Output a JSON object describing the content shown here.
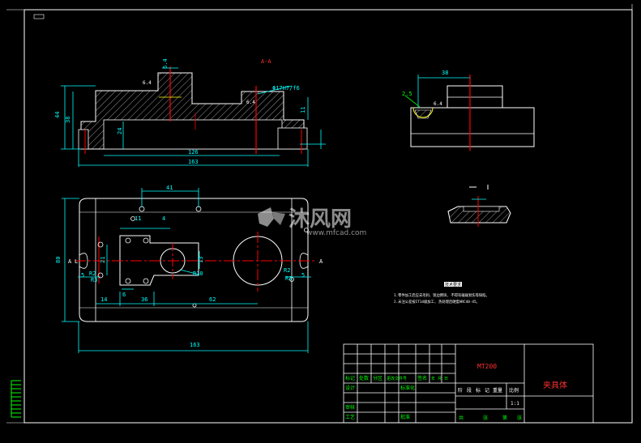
{
  "section_label": "A-A",
  "fit_label": "Φ17H7/f6",
  "roughness_marks": [
    "6.4",
    "6.4",
    "6.4"
  ],
  "dims_section": {
    "top_small": "6.4",
    "left_outer": "44",
    "left_inner": "38",
    "step_height": "24",
    "right_small": "11",
    "inner_length": "126",
    "total_length": "163"
  },
  "dims_side": {
    "top": "38",
    "tag": "2.5"
  },
  "dims_plan": {
    "spacing_41": "41",
    "small_11": "11",
    "small_4": "4",
    "height_80": "80",
    "left_L": "L",
    "A_left": "A",
    "A_right": "A",
    "r3_left": "R3",
    "r3_right": "R3",
    "five_left": "5",
    "five_right": "5",
    "r2_left": "R2",
    "r2_right": "R2",
    "r10": "R10",
    "dim_6": "6",
    "dim_14": "14",
    "dim_36": "36",
    "dim_62": "62",
    "dim_21": "21",
    "dim_13": "13",
    "total_length": "163"
  },
  "watermark": {
    "logo_text": "沐风网",
    "url": "www.mfcad.com"
  },
  "notes": {
    "title": "技术要求",
    "lines": [
      "1.零件加工后应去毛刺、锐边倒钝, 不得有磕碰划伤等缺陷。",
      "2.未注公差按IT14级加工, 热处理后硬度HRC40-45。"
    ]
  },
  "title_block": {
    "part_code": "MT200",
    "part_name": "夹具体",
    "scale": "1:1",
    "header_cells": [
      "标记",
      "处数",
      "分区",
      "更改文件号",
      "签名",
      "年 月 日"
    ],
    "roles": [
      "设计",
      "审核",
      "工艺"
    ],
    "std_roles": [
      "标准化",
      "",
      "批准"
    ],
    "stage_labels": [
      "阶",
      "段",
      "标",
      "记",
      "重量",
      "比例"
    ],
    "sheet_info": [
      "共",
      "张",
      "第",
      "张"
    ]
  },
  "colors": {
    "background": "#000000",
    "frame": "#ffffff",
    "dimension": "#00ffff",
    "centerline": "#ff0000",
    "hidden": "#ffff00",
    "hatch": "#ffffff",
    "accent_green": "#00ff00",
    "title_red": "#ff3030"
  }
}
